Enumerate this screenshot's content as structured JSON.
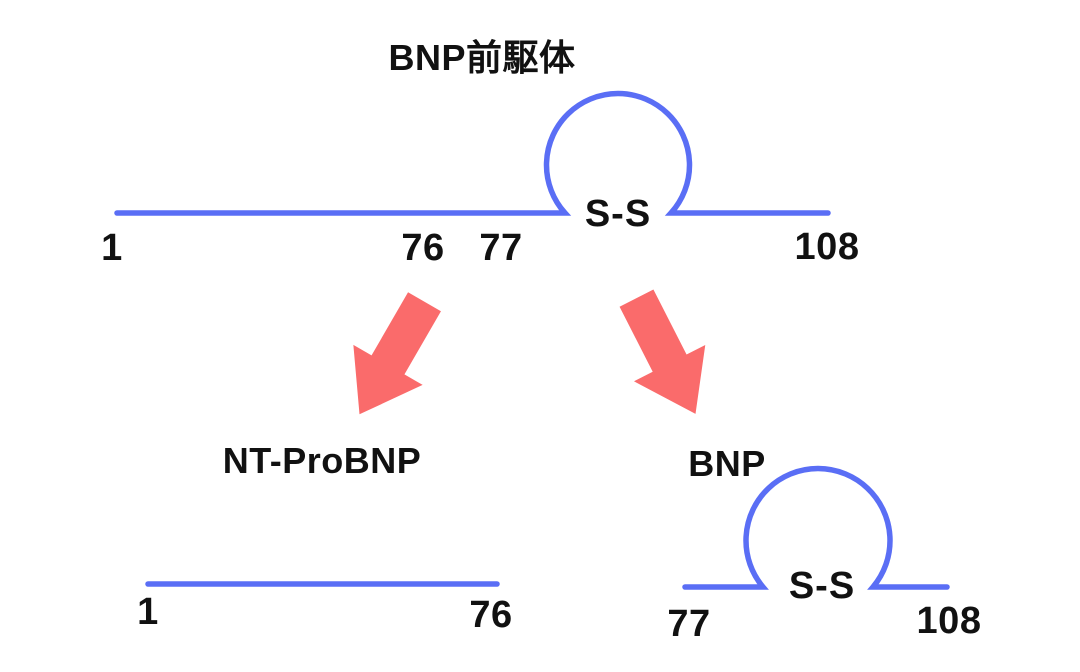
{
  "colors": {
    "chain": "#5a6ef5",
    "arrow": "#fa6b6b",
    "text": "#111111"
  },
  "precursor": {
    "title": "BNP前駆体",
    "ss_label": "S-S",
    "pos_start": "1",
    "pos_cleave_left": "76",
    "pos_cleave_right": "77",
    "pos_end": "108"
  },
  "nt_probnp": {
    "title": "NT-ProBNP",
    "pos_start": "1",
    "pos_end": "76"
  },
  "bnp": {
    "title": "BNP",
    "ss_label": "S-S",
    "pos_start": "77",
    "pos_end": "108"
  }
}
